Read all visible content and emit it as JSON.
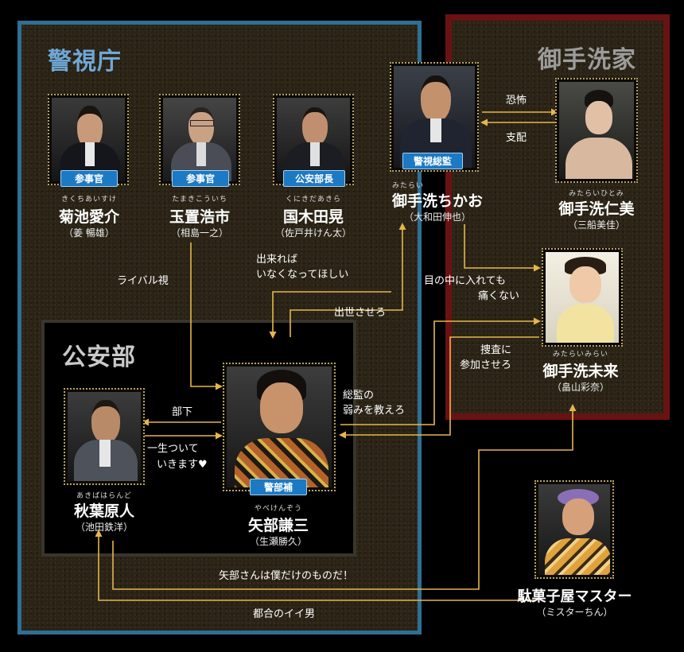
{
  "groups": {
    "keishicho": "警視庁",
    "mitarai": "御手洗家",
    "koanbu": "公安部"
  },
  "people": {
    "kikuchi": {
      "ruby": "きくちあいすけ",
      "name": "菊池愛介",
      "actor": "（姜 暢雄）",
      "badge": "参事官"
    },
    "tamaki": {
      "ruby": "たまきこういち",
      "name": "玉置浩市",
      "actor": "（相島一之）",
      "badge": "参事官"
    },
    "kunikida": {
      "ruby": "くにきだあきら",
      "name": "国木田晃",
      "actor": "（佐戸井けん太）",
      "badge": "公安部長"
    },
    "chikao": {
      "ruby": "みたらい",
      "name": "御手洗ちかお",
      "actor": "（大和田伸也）",
      "badge": "警視総監"
    },
    "hitomi": {
      "ruby": "みたらいひとみ",
      "name": "御手洗仁美",
      "actor": "（三船美佳）"
    },
    "mirai": {
      "ruby": "みたらいみらい",
      "name": "御手洗未来",
      "actor": "（畠山彩奈）"
    },
    "akiba": {
      "ruby": "あきばはらんど",
      "name": "秋葉原人",
      "actor": "（池田鉄洋）"
    },
    "yabe": {
      "ruby": "やべけんぞう",
      "name": "矢部謙三",
      "actor": "（生瀬勝久）",
      "badge": "警部補"
    },
    "master": {
      "name": "駄菓子屋マスター",
      "actor": "（ミスターちん）"
    }
  },
  "relations": {
    "kyofu": "恐怖",
    "shihai": "支配",
    "rival": "ライバル視",
    "dekireba_1": "出来れば",
    "dekireba_2": "いなくなってほしい",
    "shusse": "出世させろ",
    "meno_1": "目の中に入れても",
    "meno_2": "痛くない",
    "sosa_1": "捜査に",
    "sosa_2": "参加させろ",
    "sokan_1": "総監の",
    "sokan_2": "弱みを教えろ",
    "buka": "部下",
    "issho_1": "一生ついて",
    "issho_2": "いきます♥",
    "bokudake": "矢部さんは僕だけのものだ！",
    "tsugo": "都合のイイ男"
  },
  "colors": {
    "keishicho_border": "#2f6f95",
    "mitarai_border": "#6a1212",
    "arrow": "#e6b64a",
    "badge": "#1c79c4"
  }
}
